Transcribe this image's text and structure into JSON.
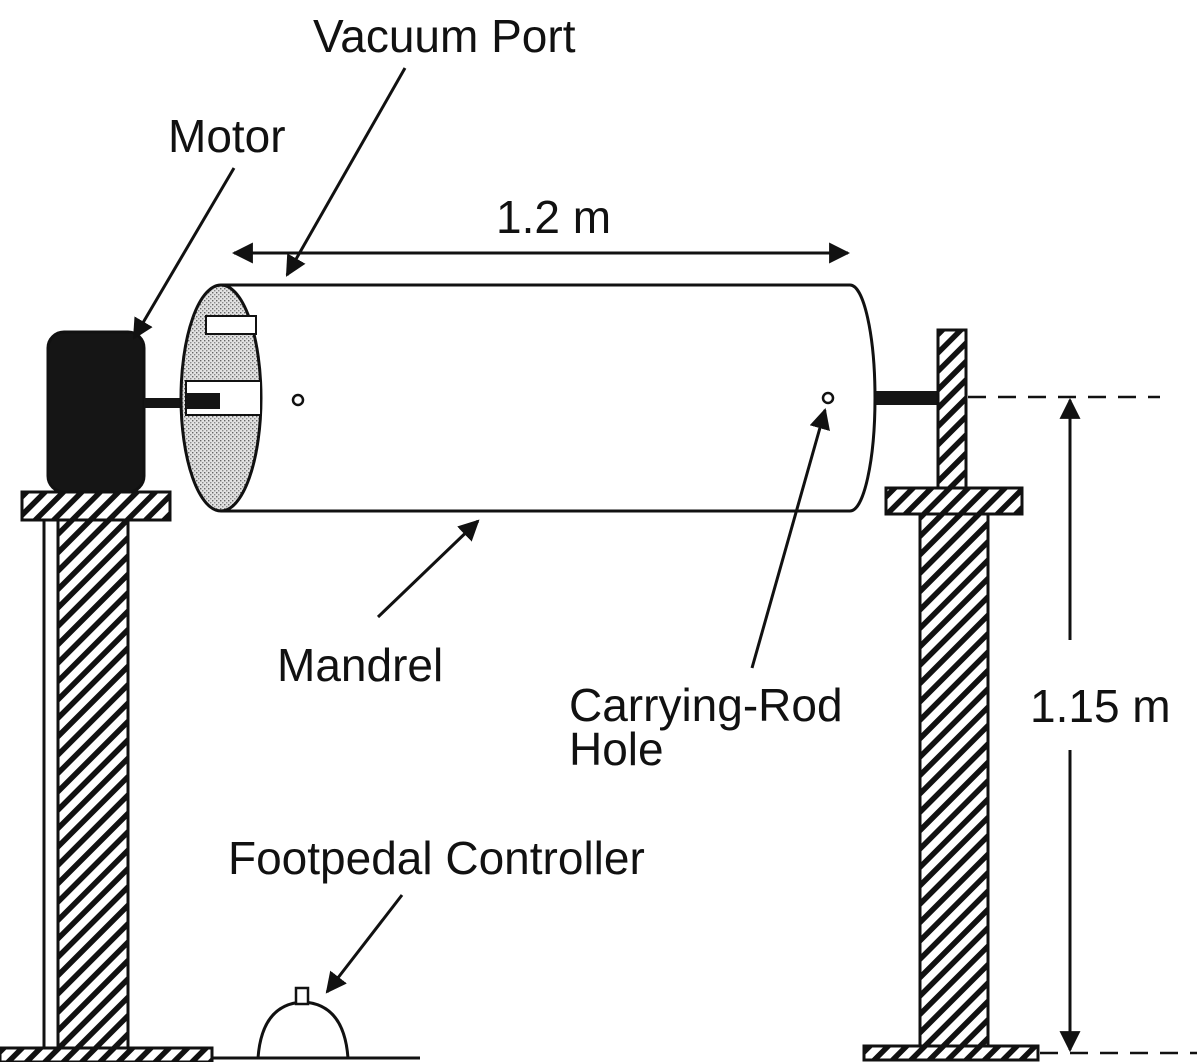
{
  "labels": {
    "vacuum_port": "Vacuum Port",
    "motor": "Motor",
    "length": "1.2 m",
    "mandrel": "Mandrel",
    "carrying_rod_line1": "Carrying-Rod",
    "carrying_rod_line2": "Hole",
    "height": "1.15 m",
    "footpedal": "Footpedal Controller"
  }
}
